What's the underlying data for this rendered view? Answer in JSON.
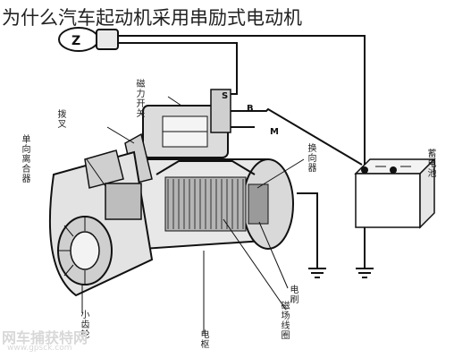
{
  "title": "为什么汽车起动机采用串励式电动机",
  "labels": {
    "single_clutch": "单向离合器",
    "shift_fork": "拨叉",
    "magnetic_switch": "磁力开关",
    "commutator": "换向器",
    "battery": "蓄电池",
    "brush": "电刷",
    "field_winding": "磁场线圈",
    "armature": "电枢",
    "pinion": "小齿轮"
  },
  "terminals": {
    "s": "S",
    "b": "B",
    "m": "M"
  },
  "watermark": {
    "site": "网车捕获特网",
    "url": "www.gpsck.com"
  },
  "icons": [
    "ignition-switch-icon",
    "battery-icon",
    "ground-symbol-icon"
  ]
}
